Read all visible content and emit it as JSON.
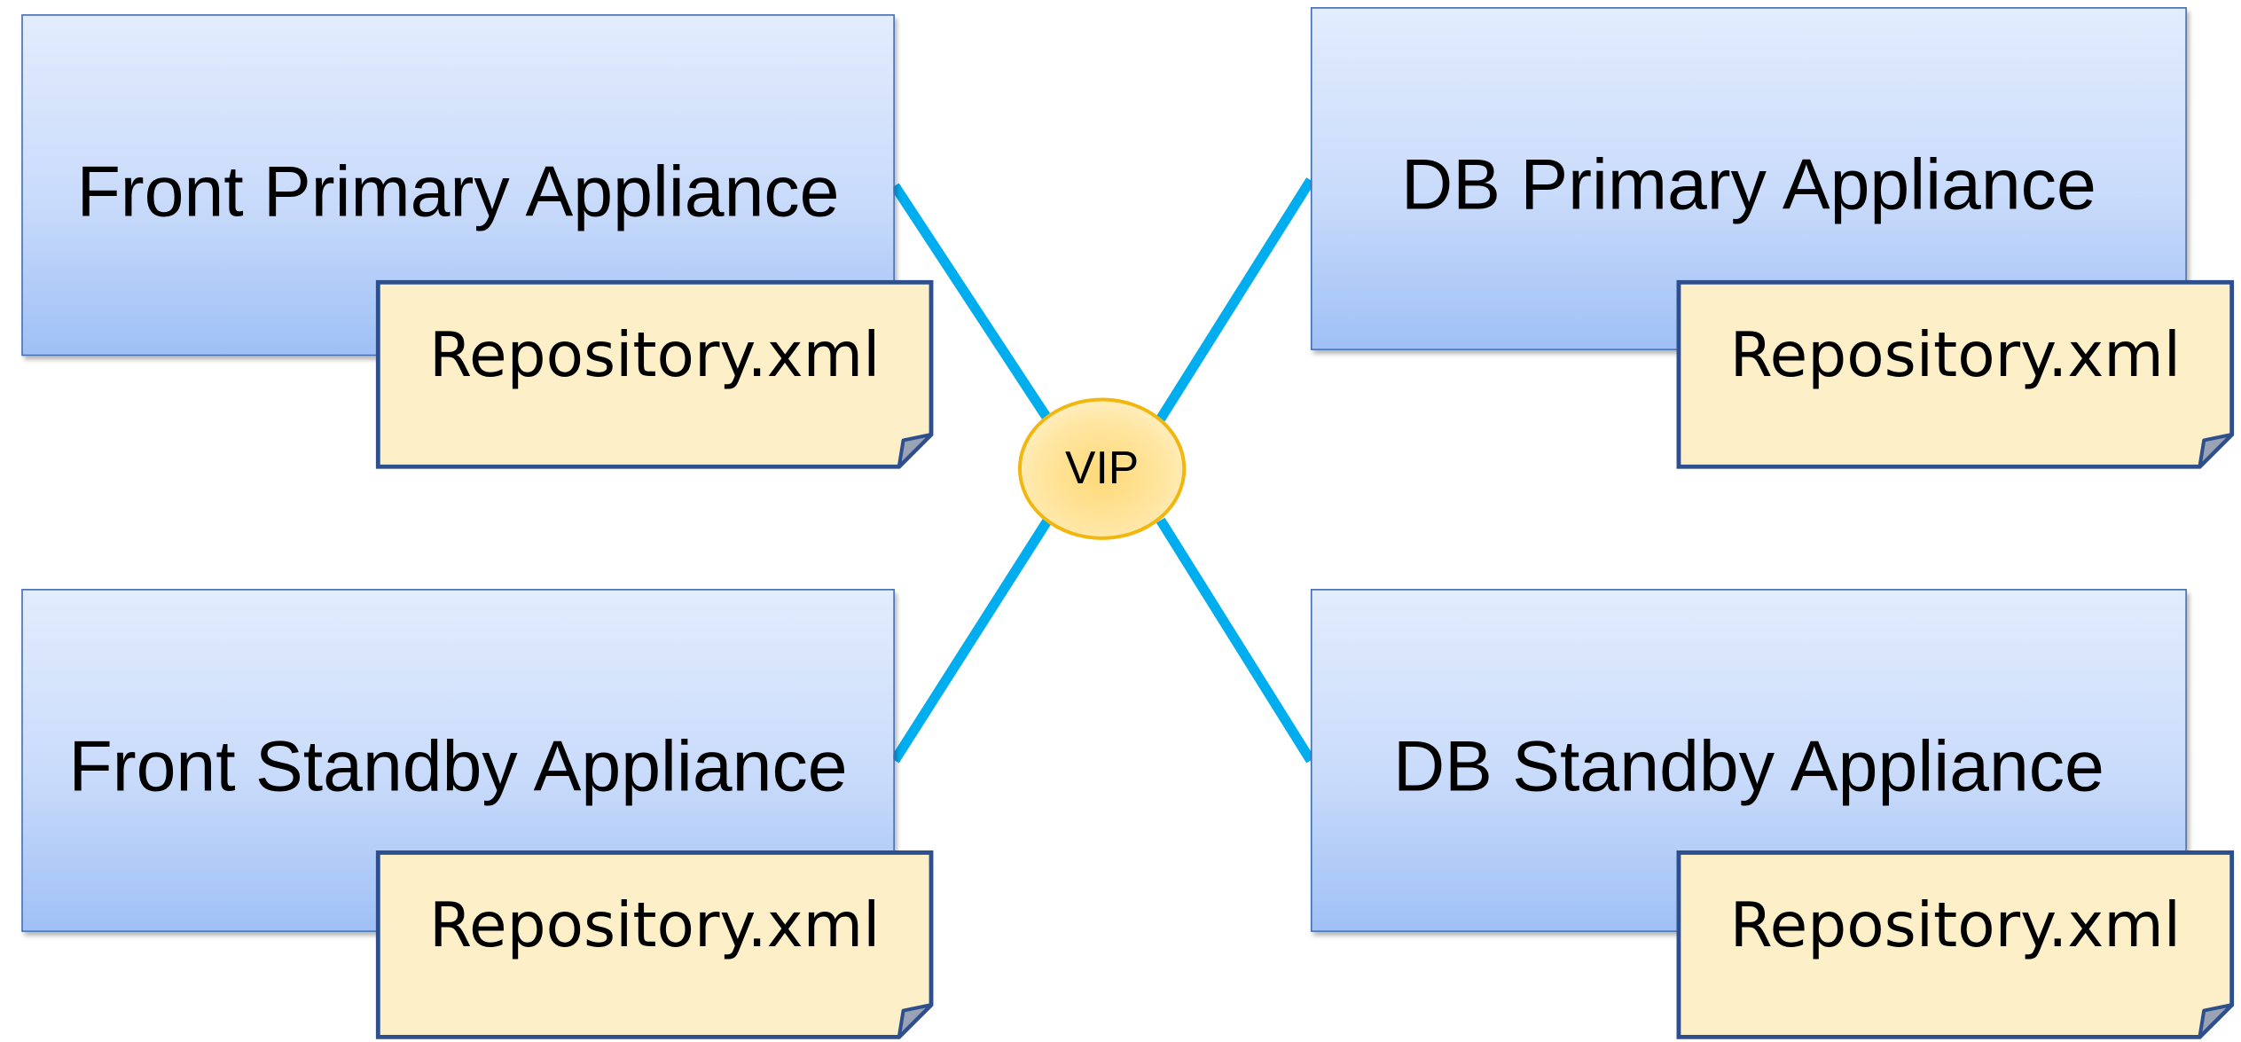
{
  "nodes": {
    "front_primary": {
      "label": "Front Primary Appliance",
      "file": "Repository.xml"
    },
    "db_primary": {
      "label": "DB Primary Appliance",
      "file": "Repository.xml"
    },
    "front_standby": {
      "label": "Front Standby Appliance",
      "file": "Repository.xml"
    },
    "db_standby": {
      "label": "DB Standby Appliance",
      "file": "Repository.xml"
    }
  },
  "vip": {
    "label": "VIP"
  },
  "edges": [
    {
      "from": "vip",
      "to": "front_primary"
    },
    {
      "from": "vip",
      "to": "db_primary"
    },
    {
      "from": "vip",
      "to": "front_standby"
    },
    {
      "from": "vip",
      "to": "db_standby"
    }
  ],
  "colors": {
    "appliance_border": "#3f6cb0",
    "appliance_fill_top": "#e2ecfd",
    "appliance_fill_bottom": "#9fc0f6",
    "note_fill": "#fdf0c9",
    "note_border": "#2e4f8e",
    "link": "#00aeef",
    "vip_fill": "#ffe08a",
    "vip_border": "#f2b70f"
  }
}
